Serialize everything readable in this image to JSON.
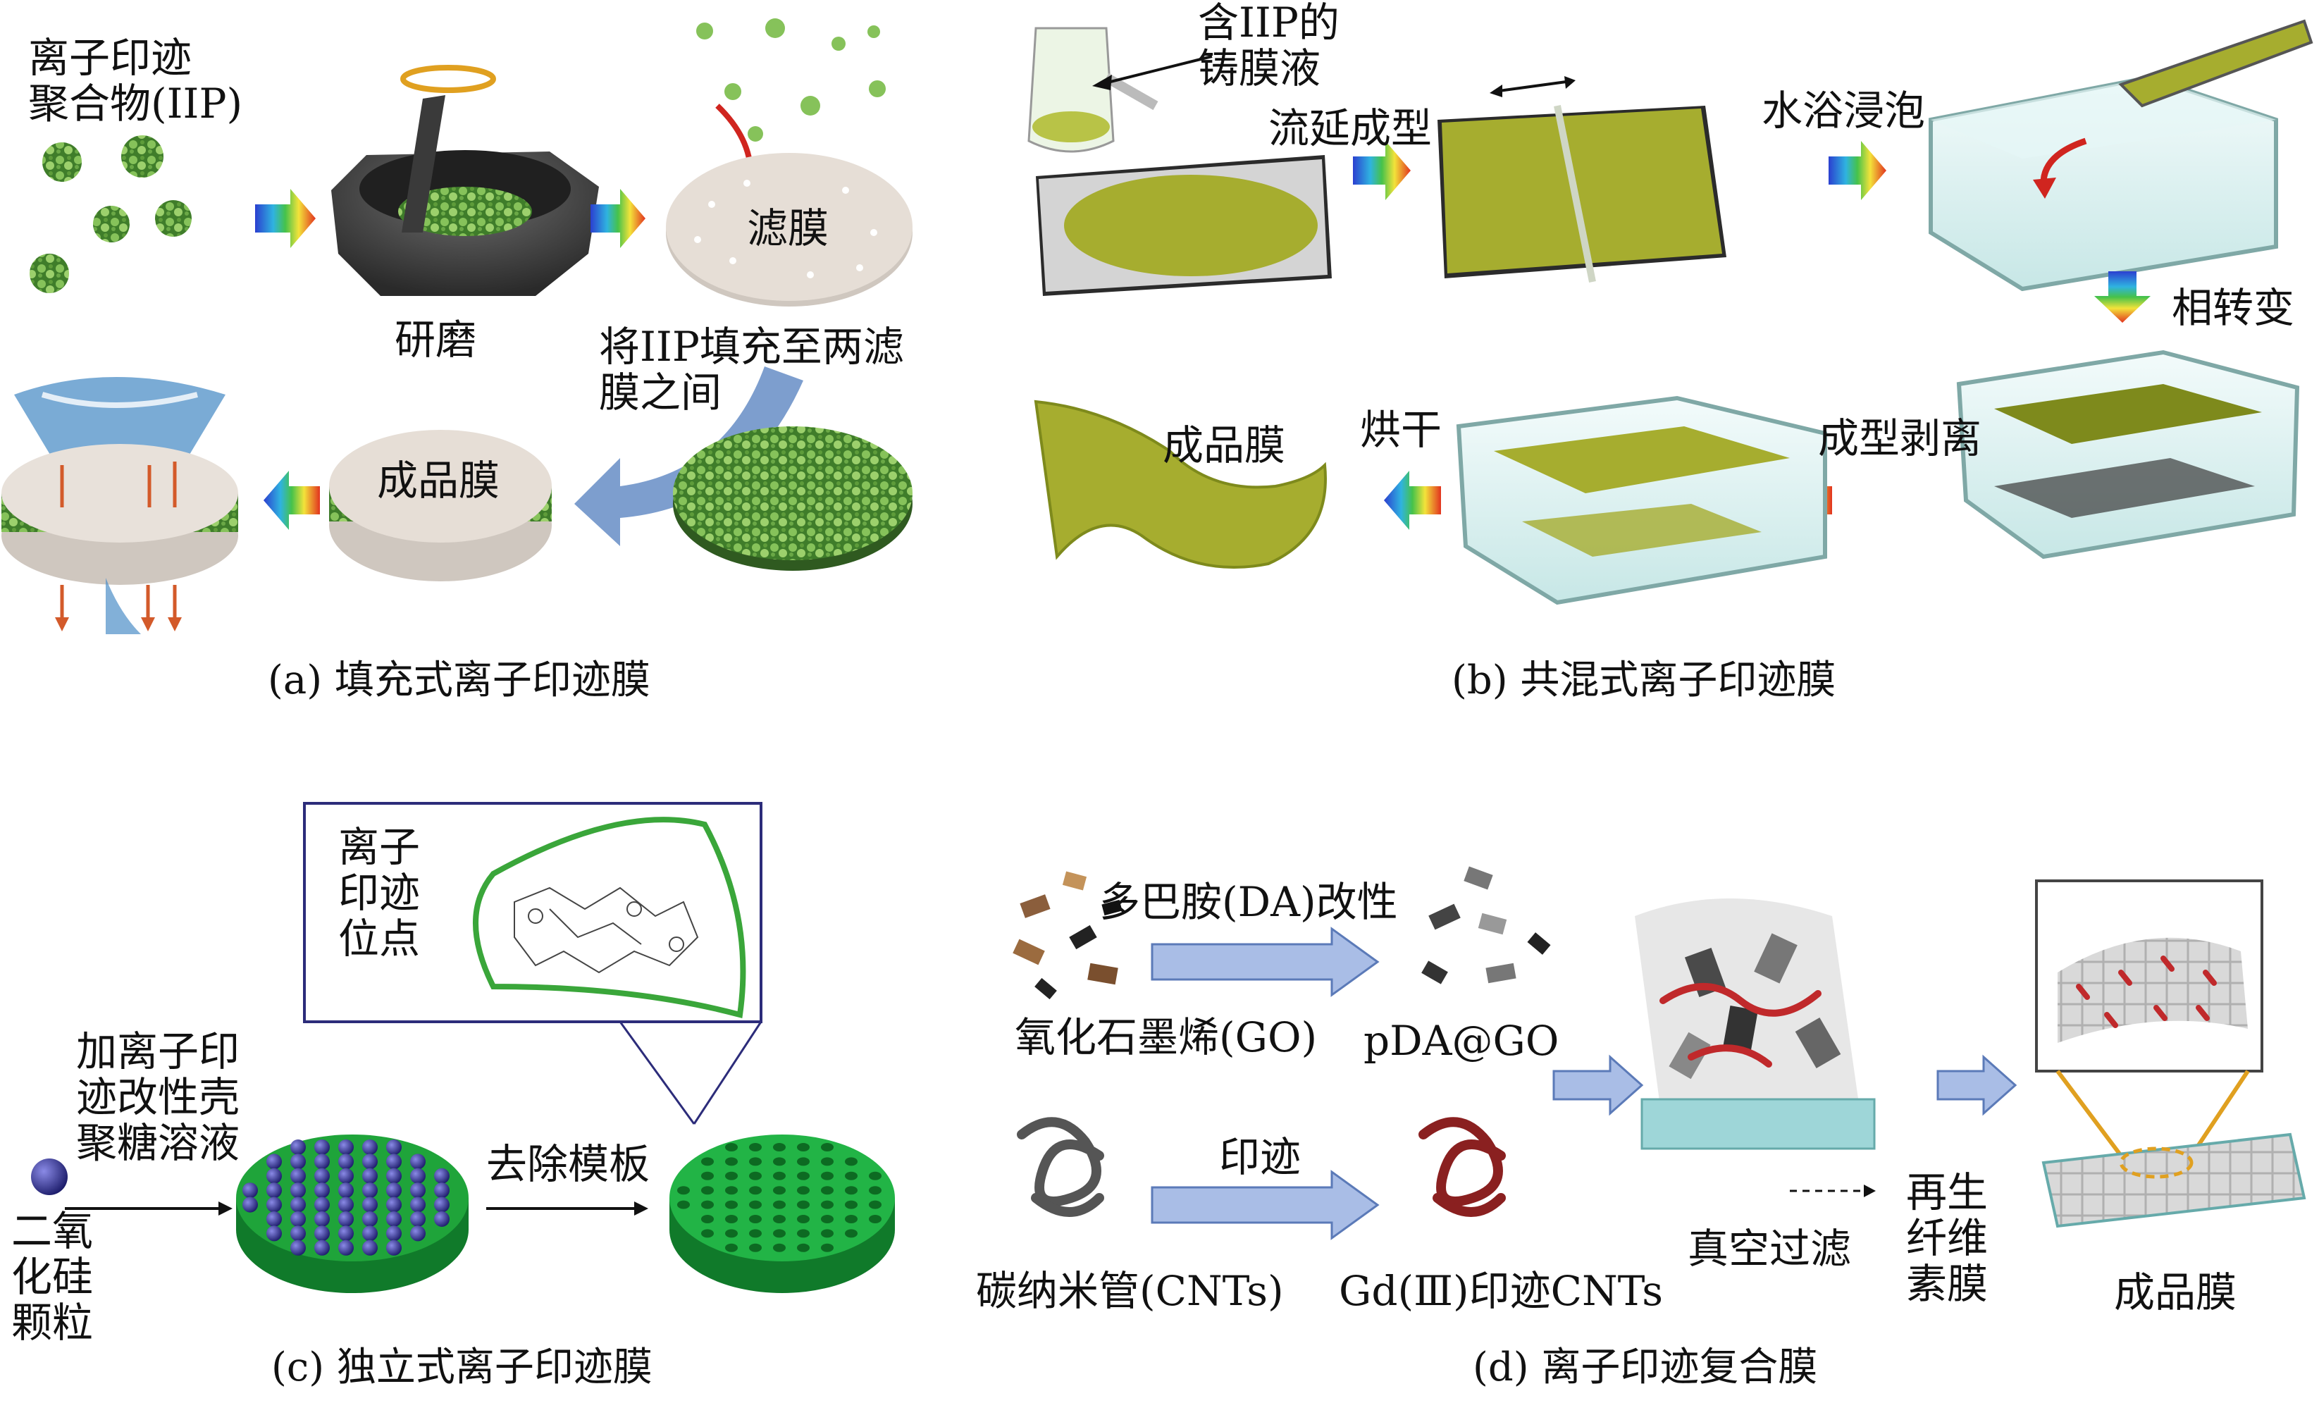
{
  "colors": {
    "film": "#a6ad2f",
    "filmDark": "#7e8a1c",
    "green": "#1fa43a",
    "blue": "#3a3a9a",
    "red": "#c0292b",
    "arrowBlue": "#a9bde6",
    "frame": "#2c2c7a",
    "cyan": "#9ed6d8"
  },
  "icons": {
    "spectrum": "rainbow-arrow-icon",
    "pointer": "thin-arrow-icon",
    "process": "light-blue-block-arrow-icon"
  },
  "a": {
    "iip_label": "离子印迹\n聚合物(IIP)",
    "grind": "研磨",
    "filter": "滤膜",
    "fill": "将IIP填充至两滤\n膜之间",
    "product": "成品膜",
    "caption": "(a) 填充式离子印迹膜"
  },
  "b": {
    "solution": "含IIP的\n铸膜液",
    "cast": "流延成型",
    "bath": "水浴浸泡",
    "phase": "相转变",
    "peel": "成型剥离",
    "dry": "烘干",
    "product": "成品膜",
    "caption": "(b) 共混式离子印迹膜"
  },
  "c": {
    "site": "离子\n印迹\n位点",
    "add": "加离子印\n迹改性壳\n聚糖溶液",
    "silica": "二氧\n化硅\n颗粒",
    "remove": "去除模板",
    "caption": "(c) 独立式离子印迹膜"
  },
  "d": {
    "da": "多巴胺(DA)改性",
    "go": "氧化石墨烯(GO)",
    "pda": "pDA@GO",
    "imprint": "印迹",
    "cnts": "碳纳米管(CNTs)",
    "gd": "Gd(Ⅲ)印迹CNTs",
    "vacuum": "真空过滤",
    "cellulose": "再生\n纤维\n素膜",
    "product": "成品膜",
    "caption": "(d) 离子印迹复合膜"
  }
}
